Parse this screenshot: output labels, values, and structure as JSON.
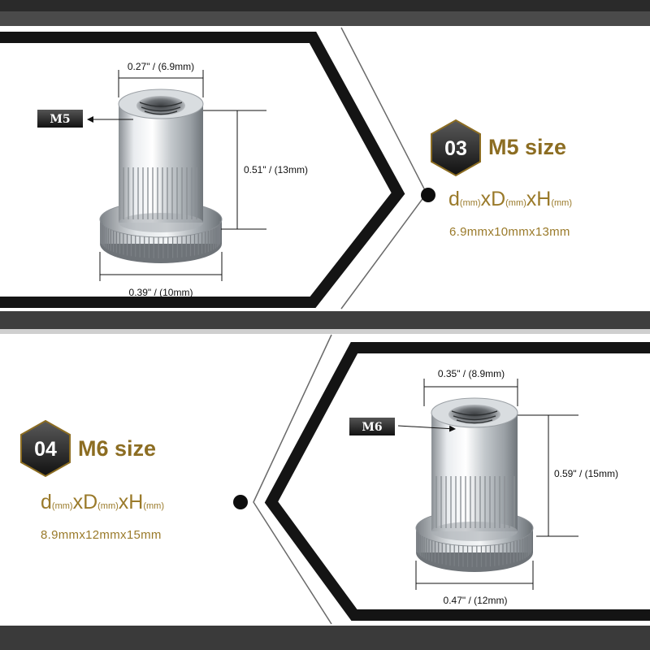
{
  "colors": {
    "gold": "#9a7a2a",
    "frame": "#1b1b1b",
    "band": "#3a3a3a"
  },
  "panels": [
    {
      "badge": "03",
      "title": "M5 size",
      "thread_tag": "M5",
      "formula": {
        "d": "d",
        "D": "xD",
        "H": "xH",
        "unit": "(mm)"
      },
      "spec": "6.9mmx10mmx13mm",
      "dims": {
        "top": "0.27\" / (6.9mm)",
        "right": "0.51\" / (13mm)",
        "bottom": "0.39\" / (10mm)"
      }
    },
    {
      "badge": "04",
      "title": "M6 size",
      "thread_tag": "M6",
      "formula": {
        "d": "d",
        "D": "xD",
        "H": "xH",
        "unit": "(mm)"
      },
      "spec": "8.9mmx12mmx15mm",
      "dims": {
        "top": "0.35\" / (8.9mm)",
        "right": "0.59\" / (15mm)",
        "bottom": "0.47\" / (12mm)"
      }
    }
  ]
}
